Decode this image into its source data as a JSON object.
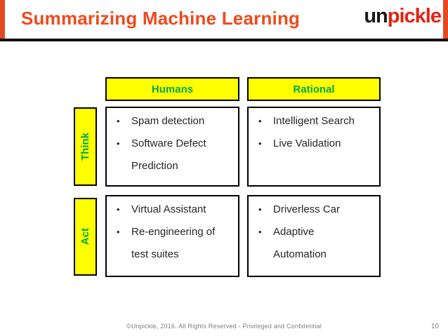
{
  "slide": {
    "title": "Summarizing Machine Learning",
    "logo": {
      "part1": "un",
      "part2": "pickle"
    },
    "footer": "©Unpickle, 2016. All Rights Reserved - Privileged and Confidential",
    "page_number": "10"
  },
  "matrix": {
    "column_headers": [
      {
        "label": "Humans"
      },
      {
        "label": "Rational"
      }
    ],
    "row_headers": [
      {
        "label": "Think"
      },
      {
        "label": "Act"
      }
    ],
    "cells": [
      {
        "row": "Think",
        "column": "Humans",
        "items": [
          "Spam detection",
          "Software Defect Prediction"
        ]
      },
      {
        "row": "Think",
        "column": "Rational",
        "items": [
          "Intelligent Search",
          "Live Validation"
        ]
      },
      {
        "row": "Act",
        "column": "Humans",
        "items": [
          "Virtual Assistant",
          "Re-engineering of test suites"
        ]
      },
      {
        "row": "Act",
        "column": "Rational",
        "items": [
          "Driverless Car",
          "Adaptive Automation"
        ]
      }
    ]
  },
  "colors": {
    "title_orange": "#ee4a1d",
    "accent_bar_red": "#e8481f",
    "logo_black": "#1a1a1a",
    "logo_red": "#e32313",
    "header_yellow": "#ffff00",
    "header_green": "#00a94a",
    "body_text": "#262626",
    "footer_gray": "#7f7f7f",
    "rule_black": "#111111"
  }
}
